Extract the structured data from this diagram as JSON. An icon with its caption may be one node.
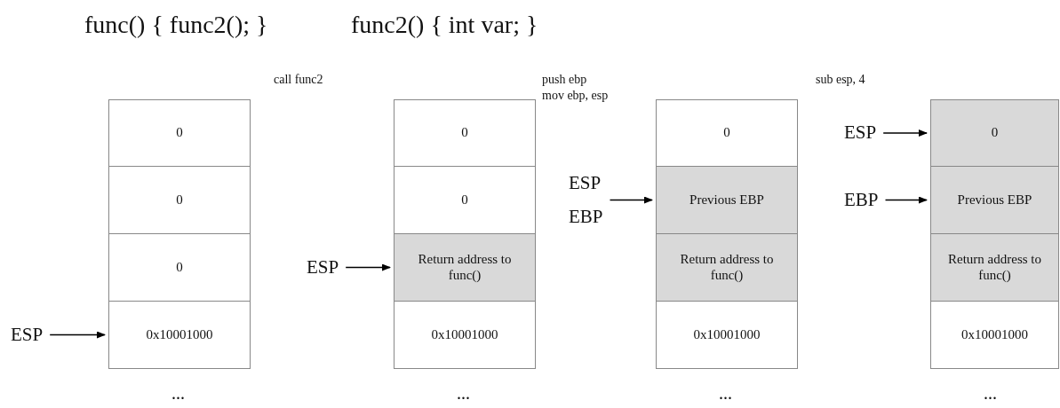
{
  "diagram": {
    "nodes": [
      {
        "text": [
          "0"
        ]
      },
      {
        "text": [
          "0"
        ]
      },
      {
        "text": [
          "0"
        ]
      },
      {
        "text": [
          "0x10001000"
        ]
      },
      {
        "text": [
          "0"
        ]
      },
      {
        "text": [
          "0"
        ]
      },
      {
        "text": [
          "Return address to func()"
        ]
      },
      {
        "text": [
          "0x10001000"
        ]
      },
      {
        "text": [
          "0"
        ]
      },
      {
        "text": [
          "Previous EBP"
        ]
      },
      {
        "text": [
          "Return address to func()"
        ]
      },
      {
        "text": [
          "0x10001000"
        ]
      },
      {
        "text": [
          "0"
        ]
      },
      {
        "text": [
          "Previous EBP"
        ]
      },
      {
        "text": [
          "Return address to func()"
        ]
      },
      {
        "text": [
          "0x10001000"
        ]
      },
      {
        "text": [
          "ESP"
        ]
      },
      {
        "text": [
          "ESP"
        ]
      },
      {
        "text": [
          "ESP",
          "EBP"
        ]
      },
      {
        "text": [
          "ESP"
        ]
      },
      {
        "text": [
          "EBP"
        ]
      }
    ],
    "edges": [
      {
        "from": 16,
        "to": 3,
        "arrow": "to"
      },
      {
        "from": 17,
        "to": 6,
        "arrow": "to"
      },
      {
        "from": 18,
        "to": 9,
        "arrow": "to"
      },
      {
        "from": 19,
        "to": 12,
        "arrow": "to"
      },
      {
        "from": 20,
        "to": 13,
        "arrow": "to"
      }
    ],
    "labels": [
      "func() { func2(); }",
      "func2() { int var; }",
      "call func2",
      "push ebp",
      "mov ebp, esp",
      "sub esp, 4",
      "...",
      "...",
      "...",
      "..."
    ]
  }
}
